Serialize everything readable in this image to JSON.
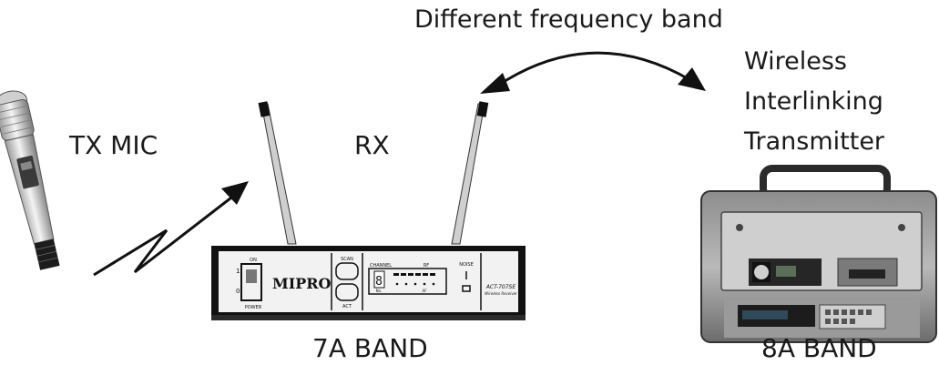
{
  "labels": {
    "frequency_note": "Different frequency band",
    "tx_line1": "Wireless",
    "tx_line2": "Interlinking",
    "tx_line3": "Transmitter",
    "mic": "TX MIC",
    "receiver": "RX",
    "rx_band": "7A BAND",
    "tx_band": "8A BAND"
  },
  "receiver_panel": {
    "brand": "MIPRO",
    "on": "ON",
    "power": "POWER",
    "one": "1",
    "zero": "0",
    "scan": "SCAN",
    "act": "ACT",
    "channel": "CHANNEL",
    "rf": "RF",
    "no": "No.",
    "af": "AF",
    "digit": "8",
    "noise": "NOISE",
    "model": "ACT-707SE",
    "model_sub": "Wireless Receiver"
  },
  "colors": {
    "text": "#1a1a1a",
    "line": "#111111"
  }
}
